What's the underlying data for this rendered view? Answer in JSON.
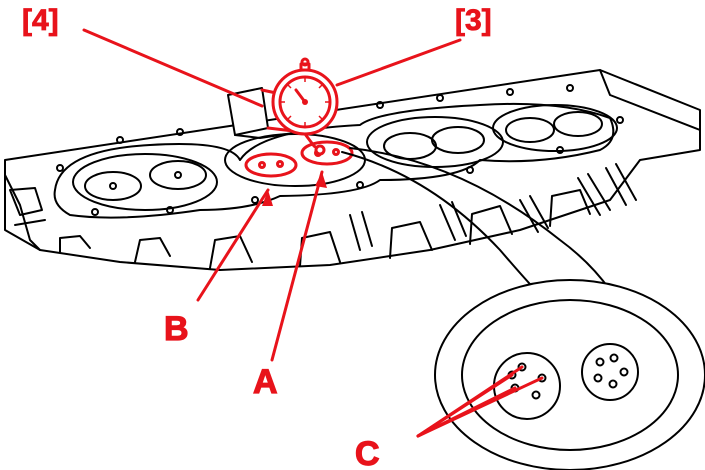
{
  "labels": {
    "ref_4": "[4]",
    "ref_3": "[3]",
    "callout_a": "A",
    "callout_b": "B",
    "callout_c": "C"
  },
  "colors": {
    "highlight": "#e8131b",
    "line_art": "#000000",
    "background": "#ffffff"
  },
  "icons": {
    "dial_gauge": "dial-indicator-icon"
  }
}
